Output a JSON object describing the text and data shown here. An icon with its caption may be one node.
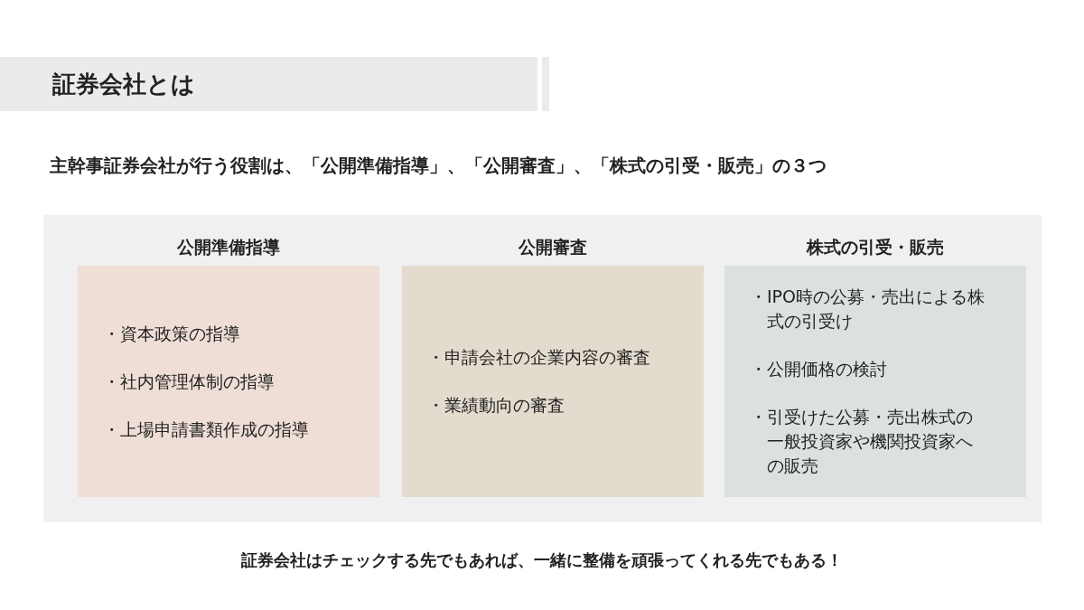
{
  "diagram": {
    "title": "証券会社とは",
    "nodes": [
      {
        "text": [],
        "shape": "box"
      },
      {
        "text": [
          "公開準備指導",
          "・資本政策の指導",
          "・社内管理体制の指導",
          "・上場申請書類作成の指導"
        ],
        "in": 0
      },
      {
        "text": [
          "公開審査",
          "・申請会社の企業内容の審査",
          "・業績動向の審査"
        ],
        "in": 0
      },
      {
        "text": [
          "株式の引受・販売",
          "・IPO時の公募・売出による株式の引受け",
          "・公開価格の検討",
          "・引受けた公募・売出株式の一般投資家や機関投資家への販売"
        ],
        "in": 0
      }
    ],
    "edges": [],
    "labels": [
      "主幹事証券会社が行う役割は、「公開準備指導」、「公開審査」、「株式の引受・販売」の３つ",
      "証券会社はチェックする先でもあれば、一緒に整備を頑張ってくれる先でもある！"
    ]
  }
}
